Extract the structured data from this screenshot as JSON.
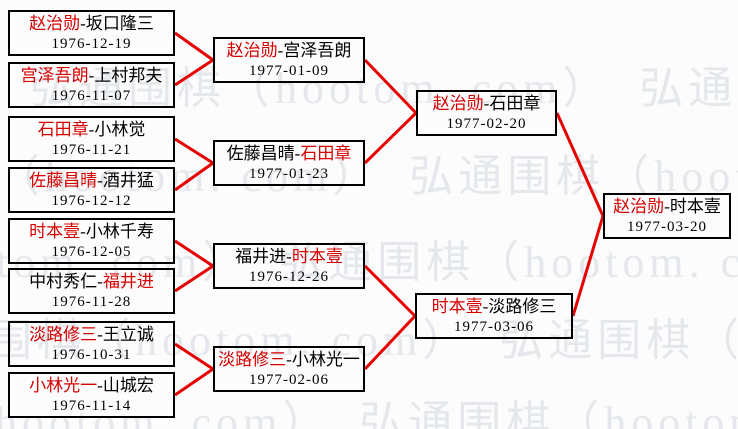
{
  "watermark": {
    "text": "弘通围棋（hootom. com）"
  },
  "colors": {
    "winner_text": "#d60000",
    "loser_text": "#000000",
    "connector_line": "#e60000",
    "box_border": "#000000",
    "watermark_text": "#e4e8ec"
  },
  "bracket": {
    "separator": "-",
    "rounds": [
      {
        "matches": [
          {
            "p1": "赵治勋",
            "p2": "坂口隆三",
            "date": "1976-12-19",
            "winner": "p1"
          },
          {
            "p1": "宫泽吾朗",
            "p2": "上村邦夫",
            "date": "1976-11-07",
            "winner": "p1"
          },
          {
            "p1": "石田章",
            "p2": "小林觉",
            "date": "1976-11-21",
            "winner": "p1"
          },
          {
            "p1": "佐藤昌晴",
            "p2": "酒井猛",
            "date": "1976-12-12",
            "winner": "p1"
          },
          {
            "p1": "时本壹",
            "p2": "小林千寿",
            "date": "1976-12-05",
            "winner": "p1"
          },
          {
            "p1": "中村秀仁",
            "p2": "福井进",
            "date": "1976-11-28",
            "winner": "p2"
          },
          {
            "p1": "淡路修三",
            "p2": "王立诚",
            "date": "1976-10-31",
            "winner": "p1"
          },
          {
            "p1": "小林光一",
            "p2": "山城宏",
            "date": "1976-11-14",
            "winner": "p1"
          }
        ]
      },
      {
        "matches": [
          {
            "p1": "赵治勋",
            "p2": "宫泽吾朗",
            "date": "1977-01-09",
            "winner": "p1"
          },
          {
            "p1": "佐藤昌晴",
            "p2": "石田章",
            "date": "1977-01-23",
            "winner": "p2"
          },
          {
            "p1": "福井进",
            "p2": "时本壹",
            "date": "1976-12-26",
            "winner": "p2"
          },
          {
            "p1": "淡路修三",
            "p2": "小林光一",
            "date": "1977-02-06",
            "winner": "p1"
          }
        ]
      },
      {
        "matches": [
          {
            "p1": "赵治勋",
            "p2": "石田章",
            "date": "1977-02-20",
            "winner": "p1"
          },
          {
            "p1": "时本壹",
            "p2": "淡路修三",
            "date": "1977-03-06",
            "winner": "p1"
          }
        ]
      },
      {
        "matches": [
          {
            "p1": "赵治勋",
            "p2": "时本壹",
            "date": "1977-03-20",
            "winner": "p1"
          }
        ]
      }
    ]
  }
}
